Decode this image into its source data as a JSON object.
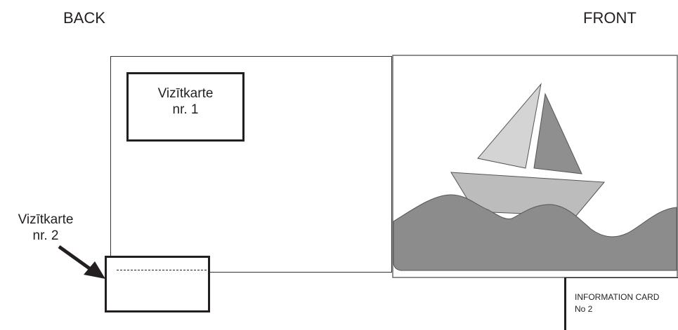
{
  "headings": {
    "back": "BACK",
    "front": "FRONT"
  },
  "back_side": {
    "card1": {
      "line1": "Vizītkarte",
      "line2": "nr. 1"
    },
    "card2": {
      "line1": "Vizītkarte",
      "line2": "nr. 2"
    }
  },
  "front_side": {
    "illustration": "sailboat-on-waves",
    "info_card": {
      "line1": "INFORMATION CARD",
      "line2": "No 2"
    }
  },
  "colors": {
    "ink": "#231f20",
    "sail_light": "#d4d4d4",
    "sail_dark": "#8f8f8f",
    "hull": "#bcbcbc",
    "waves": "#8c8c8c"
  }
}
